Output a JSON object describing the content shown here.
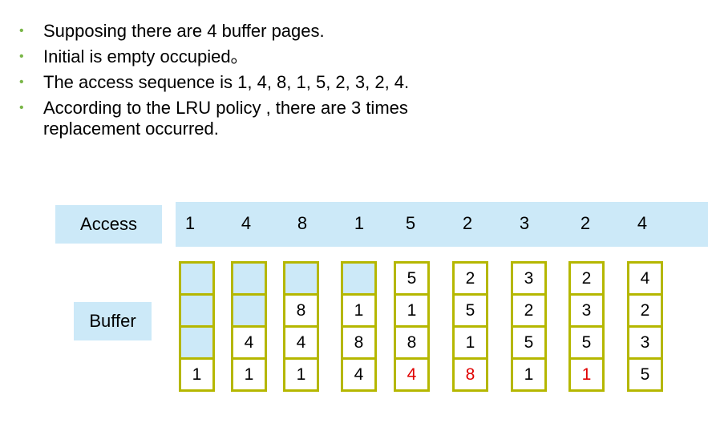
{
  "bullets": [
    "Supposing there are 4 buffer pages.",
    "Initial is empty occupied。",
    "The access sequence is 1, 4, 8, 1, 5, 2, 3, 2, 4.",
    "According to the LRU policy , there are 3 times replacement occurred."
  ],
  "access_label": "Access",
  "buffer_label": "Buffer",
  "access_sequence": [
    "1",
    "4",
    "8",
    "1",
    "5",
    "2",
    "3",
    "2",
    "4"
  ],
  "buffer_columns": [
    [
      "",
      "",
      "",
      "1"
    ],
    [
      "",
      "",
      "4",
      "1"
    ],
    [
      "",
      "8",
      "4",
      "1"
    ],
    [
      "",
      "1",
      "8",
      "4"
    ],
    [
      "5",
      "1",
      "8",
      "4"
    ],
    [
      "2",
      "5",
      "1",
      "8"
    ],
    [
      "3",
      "2",
      "5",
      "1"
    ],
    [
      "2",
      "3",
      "5",
      "1"
    ],
    [
      "4",
      "2",
      "3",
      "5"
    ]
  ],
  "replaced_values": [
    {
      "column": 4,
      "row": 3
    },
    {
      "column": 5,
      "row": 3
    },
    {
      "column": 7,
      "row": 3
    }
  ],
  "colors": {
    "bullet": "#7ab648",
    "panel": "#cce9f8",
    "cell_border": "#b5b700",
    "replaced_text": "#e00000"
  }
}
